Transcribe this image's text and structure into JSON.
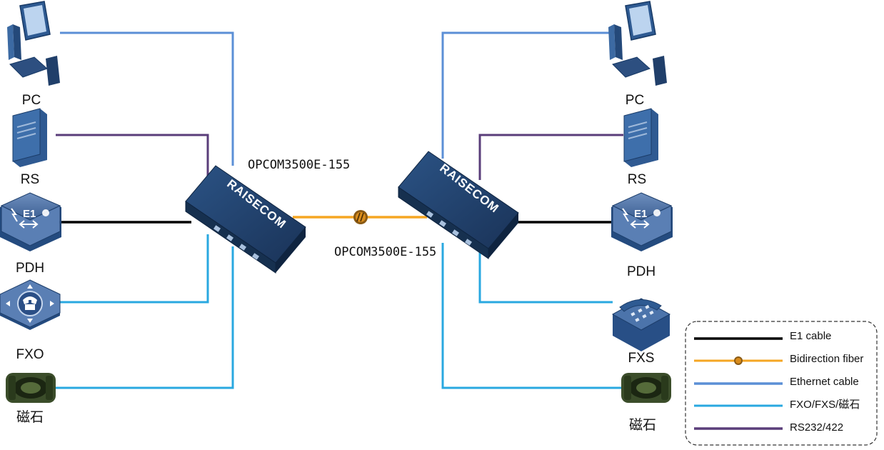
{
  "left": {
    "pc": "PC",
    "rs": "RS",
    "pdh": "PDH",
    "fxo": "FXO",
    "magneto": "磁石",
    "device_model": "OPCOM3500E-155",
    "device_brand": "RAISECOM"
  },
  "right": {
    "pc": "PC",
    "rs": "RS",
    "pdh": "PDH",
    "fxs": "FXS",
    "magneto": "磁石",
    "device_model": "OPCOM3500E-155",
    "device_brand": "RAISECOM"
  },
  "icon_text": {
    "e1": "E1"
  },
  "legend": {
    "e1": "E1 cable",
    "fiber": "Bidirection fiber",
    "ethernet": "Ethernet cable",
    "fxo_fxs": "FXO/FXS/磁石",
    "rs232": "RS232/422"
  },
  "colors": {
    "e1": "#000000",
    "fiber": "#f5a623",
    "ethernet": "#5b8fd6",
    "fxo_fxs": "#29a8e0",
    "rs232": "#5a3d7a",
    "device": "#1e3d66"
  }
}
